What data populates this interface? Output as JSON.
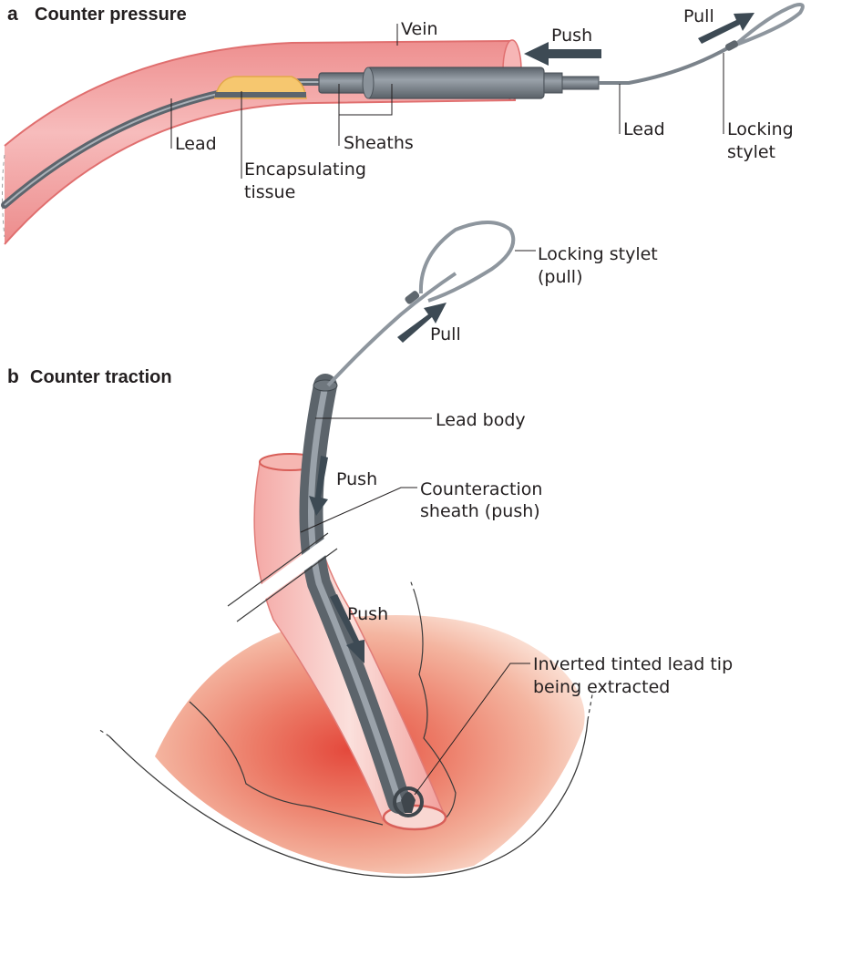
{
  "panels": {
    "a": {
      "letter": "a",
      "title": "Counter pressure",
      "labels": {
        "vein": "Vein",
        "push": "Push",
        "pull": "Pull",
        "lead_left": "Lead",
        "encapsulating_line1": "Encapsulating",
        "encapsulating_line2": "tissue",
        "sheaths": "Sheaths",
        "lead_right": "Lead",
        "locking_line1": "Locking",
        "locking_line2": "stylet"
      }
    },
    "b": {
      "letter": "b",
      "title": "Counter traction",
      "labels": {
        "locking_stylet_line1": "Locking stylet",
        "locking_stylet_line2": "(pull)",
        "pull": "Pull",
        "lead_body": "Lead body",
        "push_upper": "Push",
        "counteraction_line1": "Counteraction",
        "counteraction_line2": "sheath (push)",
        "push_lower": "Push",
        "inverted_line1": "Inverted tinted lead tip",
        "inverted_line2": "being extracted"
      }
    }
  },
  "colors": {
    "vein_fill": "#f2a3a3",
    "vein_edge": "#e37b7b",
    "tissue": "#f5c46b",
    "lead_grey": "#6f7780",
    "sheath_grey": "#7d858e",
    "arrow": "#3d4a54",
    "heart_red": "#e2574b",
    "heart_pink": "#f6c8b7"
  }
}
